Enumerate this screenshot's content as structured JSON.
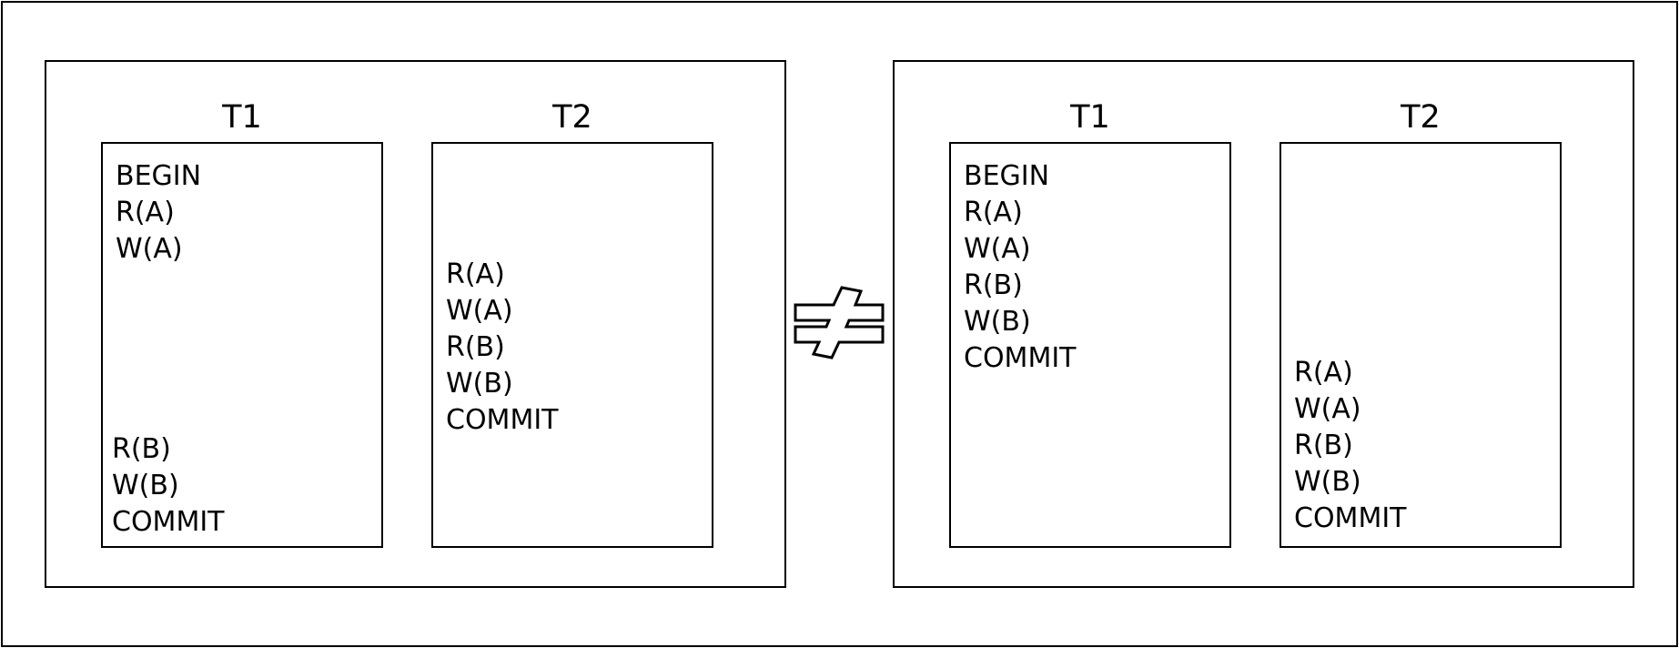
{
  "symbol": "not-equal-icon",
  "left_schedule": {
    "t1": {
      "title": "T1",
      "ops_top": [
        "BEGIN",
        "R(A)",
        "W(A)"
      ],
      "ops_bottom": [
        "R(B)",
        "W(B)",
        "COMMIT"
      ]
    },
    "t2": {
      "title": "T2",
      "ops": [
        "R(A)",
        "W(A)",
        "R(B)",
        "W(B)",
        "COMMIT"
      ]
    }
  },
  "right_schedule": {
    "t1": {
      "title": "T1",
      "ops": [
        "BEGIN",
        "R(A)",
        "W(A)",
        "R(B)",
        "W(B)",
        "COMMIT"
      ]
    },
    "t2": {
      "title": "T2",
      "ops": [
        "R(A)",
        "W(A)",
        "R(B)",
        "W(B)",
        "COMMIT"
      ]
    }
  }
}
